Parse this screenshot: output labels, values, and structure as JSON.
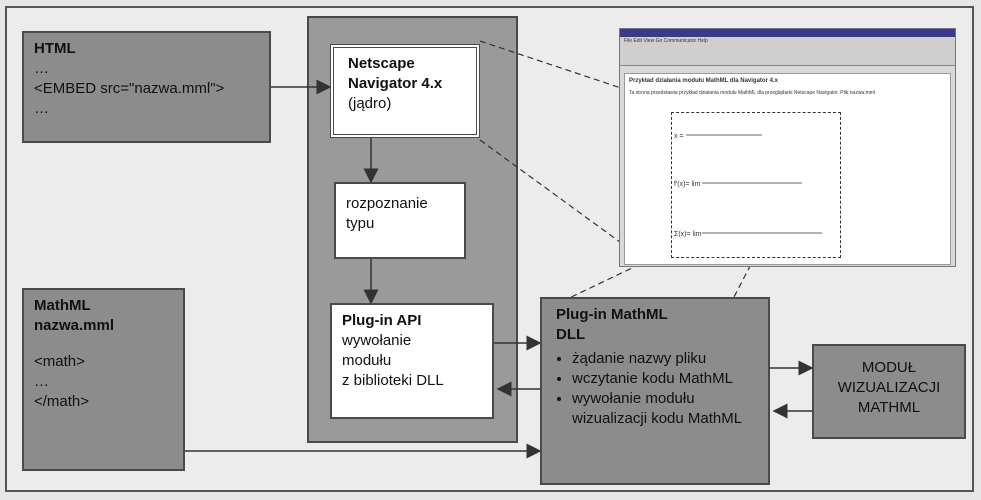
{
  "html_box": {
    "title": "HTML",
    "line1": "…",
    "embed": "<EMBED src=\"nazwa.mml\">",
    "line3": "…"
  },
  "mathml_box": {
    "title1": "MathML",
    "title2": "nazwa.mml",
    "l1": "<math>",
    "l2": "…",
    "l3": "</math>"
  },
  "netscape_box": {
    "title1": "Netscape",
    "title2": "Navigator 4.x",
    "sub": "(jądro)"
  },
  "recognize_box": {
    "line1": "rozpoznanie",
    "line2": "typu"
  },
  "plugin_api_box": {
    "title": "Plug-in API",
    "l1": "wywołanie",
    "l2": "modułu",
    "l3": "z biblioteki DLL"
  },
  "plugin_mathml_box": {
    "title1": "Plug-in MathML",
    "title2": "DLL",
    "items": [
      "żądanie nazwy pliku",
      "wczytanie kodu MathML",
      "wywołanie modułu wizualizacji kodu MathML"
    ]
  },
  "module_box": {
    "l1": "MODUŁ",
    "l2": "WIZUALIZACJI",
    "l3": "MATHML"
  },
  "screenshot": {
    "menu": "File  Edit  View  Go  Communicator  Help",
    "heading": "Przykład działania modułu MathML dla Navigator 4.x",
    "text": "Ta strona przedstawia przykład działania modułu MathML dla przeglądarki Netscape Navigator. Plik nazwa.mml"
  },
  "colors": {
    "dark": "#8c8c8c",
    "mid": "#9c9c9c",
    "line": "#333333"
  }
}
